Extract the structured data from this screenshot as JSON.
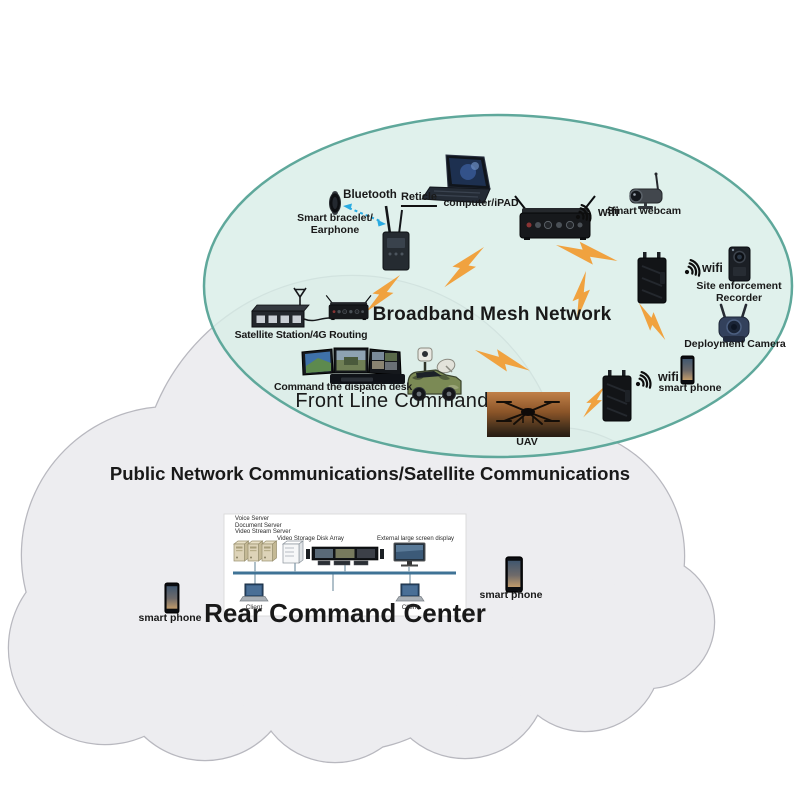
{
  "colors": {
    "ellipse_fill": "rgba(216,238,231,0.8)",
    "ellipse_border": "#5fa89b",
    "cloud_fill": "#ededf0",
    "cloud_border": "#b8b8bf",
    "bolt": "#F0A23F",
    "bluetooth_arrow": "#29abe2",
    "bus_line": "#3f7396",
    "text": "#191919"
  },
  "mesh": {
    "title": "Broadband Mesh Network",
    "labels": {
      "bluetooth": "Bluetooth",
      "smart_bracelet_line1": "Smart bracelet/",
      "smart_bracelet_line2": "Earphone",
      "reticle": "Reticle",
      "computer": "computer/iPAD",
      "wifi": "wifi",
      "smart_webcam": "Smart webcam",
      "site_recorder_line1": "Site enforcement",
      "site_recorder_line2": "Recorder",
      "deployment_camera": "Deployment Camera",
      "smart_phone": "smart phone",
      "uav": "UAV"
    }
  },
  "front_line": {
    "title": "Front Line Command",
    "labels": {
      "satellite_station": "Satellite Station/4G Routing",
      "dispatch_desk": "Command the dispatch desk"
    }
  },
  "rear": {
    "banner": "Public Network Communications/Satellite Communications",
    "title": "Rear Command Center",
    "smart_phone_left": "smart phone",
    "smart_phone_mid": "smart phone",
    "servers": {
      "voice": "Voice Server",
      "document": "Document Server",
      "video_stream": "Video Stream Server",
      "disk_array": "Video Storage Disk Array",
      "external_display": "External large screen display",
      "client_left": "Client",
      "client_right": "Client"
    }
  }
}
